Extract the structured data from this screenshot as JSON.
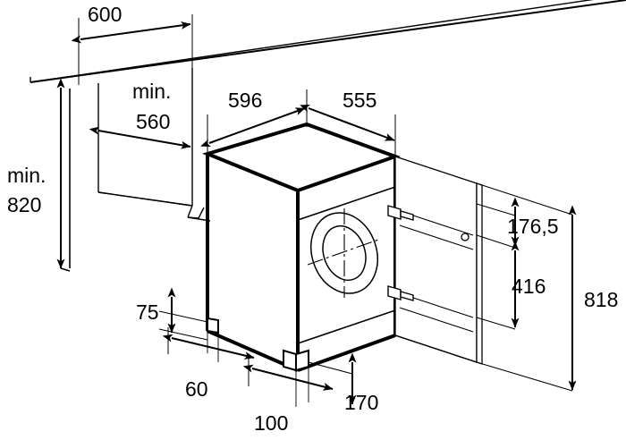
{
  "drawing": {
    "title": "Built-in washing machine installation dimensions",
    "units": "mm",
    "line_color": "#000000",
    "background_color": "#ffffff",
    "dimensions": {
      "niche_depth": "600",
      "niche_width_min_label": "min.",
      "niche_width_min_value": "560",
      "niche_height_min_label": "min.",
      "niche_height_min_value": "820",
      "appliance_depth": "596",
      "appliance_width": "555",
      "door_upper_panel": "176,5",
      "door_lower_panel": "416",
      "appliance_total_height": "818",
      "plinth_height": "75",
      "left_foot_offset": "60",
      "front_foot_offset": "100",
      "right_foot_offset": "170"
    },
    "labels": {
      "d600": "600",
      "d560_prefix": "min.",
      "d560": "560",
      "d820_prefix": "min.",
      "d820": "820",
      "d596": "596",
      "d555": "555",
      "d1765": "176,5",
      "d416": "416",
      "d818": "818",
      "d75": "75",
      "d60": "60",
      "d100": "100",
      "d170": "170"
    },
    "parts": [
      {
        "name": "countertop",
        "description": "worktop edge line across top"
      },
      {
        "name": "niche-left-wall",
        "description": "cabinet side panel"
      },
      {
        "name": "niche-floor",
        "description": "cabinet base floor"
      },
      {
        "name": "appliance-body",
        "description": "washing machine cabinet"
      },
      {
        "name": "appliance-door-porthole",
        "description": "circular drum door"
      },
      {
        "name": "furniture-door-panel",
        "description": "hinged decor door panel"
      },
      {
        "name": "door-hinge-upper",
        "description": "upper hinge bracket"
      },
      {
        "name": "door-hinge-lower",
        "description": "lower hinge bracket"
      },
      {
        "name": "door-handle-knob",
        "description": "small handle pin"
      },
      {
        "name": "adjustable-feet",
        "description": "levelling feet / plinth cutouts"
      }
    ]
  }
}
